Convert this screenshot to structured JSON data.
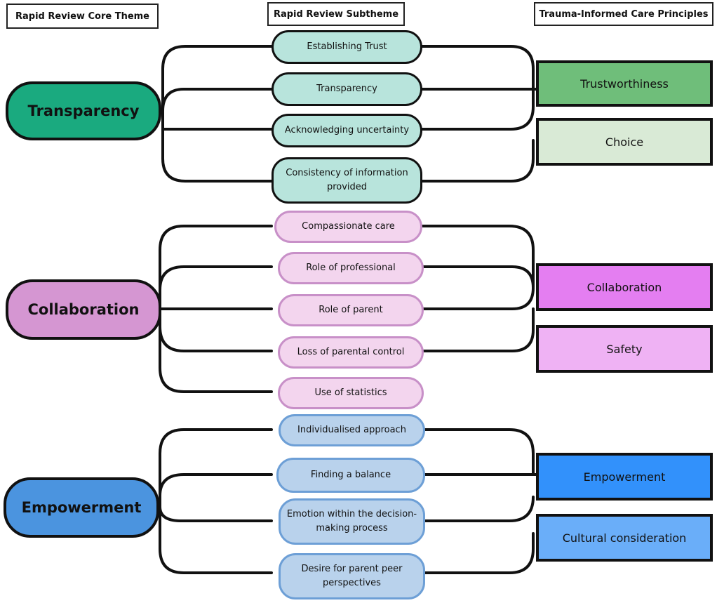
{
  "headers": {
    "core_theme": "Rapid Review Core Theme",
    "subtheme": "Rapid Review Subtheme",
    "principles": "Trauma-Informed Care Principles"
  },
  "core_themes": [
    {
      "label": "Transparency",
      "color": "#1aaa7f"
    },
    {
      "label": "Collaboration",
      "color": "#d596d2"
    },
    {
      "label": "Empowerment",
      "color": "#4b94df"
    }
  ],
  "subthemes": {
    "transparency": [
      "Establishing Trust",
      "Transparency",
      "Acknowledging uncertainty",
      "Consistency of information provided"
    ],
    "collaboration": [
      "Compassionate care",
      "Role of professional",
      "Role of parent",
      "Loss of parental control",
      "Use of statistics"
    ],
    "empowerment": [
      "Individualised approach",
      "Finding a balance",
      "Emotion within the decision-making process",
      "Desire for parent peer perspectives"
    ]
  },
  "subtheme_colors": {
    "transparency": "#b8e4dc",
    "collaboration": "#f3d5ee",
    "empowerment": "#b9d2ec"
  },
  "principles": [
    {
      "label": "Trustworthiness",
      "color": "#6fbe7a"
    },
    {
      "label": "Choice",
      "color": "#d9ead6"
    },
    {
      "label": "Collaboration",
      "color": "#e47ef1"
    },
    {
      "label": "Safety",
      "color": "#efb2f4"
    },
    {
      "label": "Empowerment",
      "color": "#3291fb"
    },
    {
      "label": "Cultural consideration",
      "color": "#6aaef9"
    }
  ]
}
